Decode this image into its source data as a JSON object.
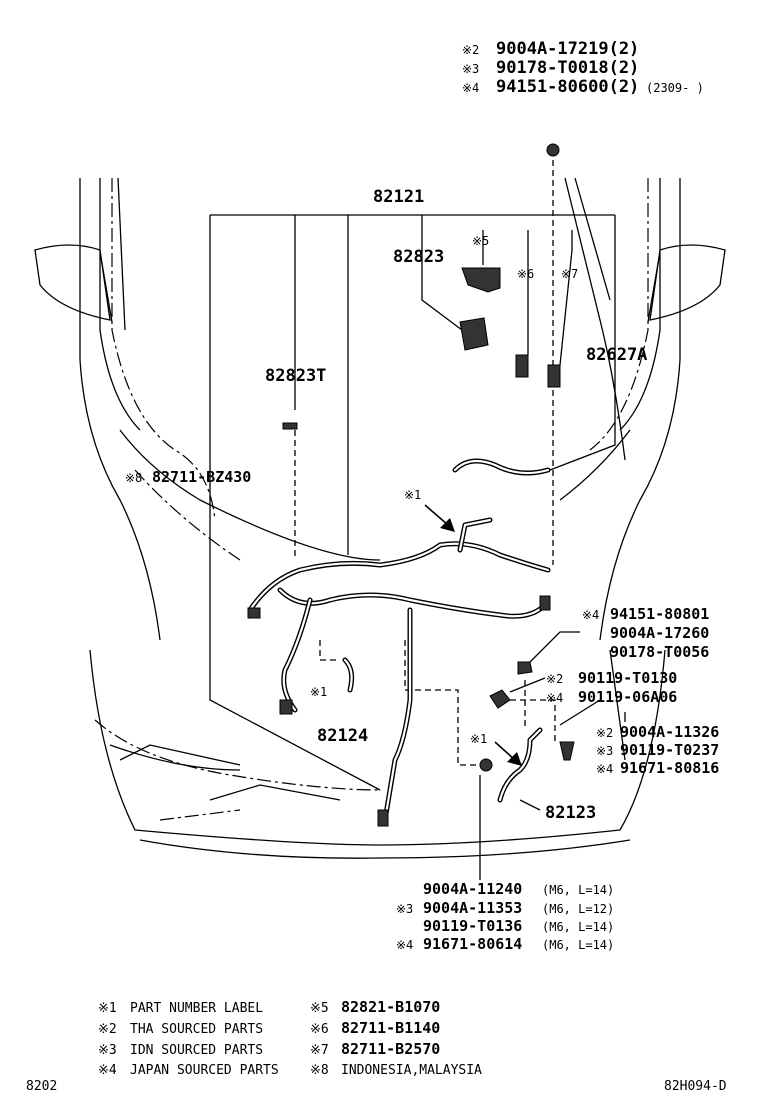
{
  "callouts": {
    "top_bolt": [
      {
        "mark": "※2",
        "part": "9004A-17219(2)",
        "note": ""
      },
      {
        "mark": "※3",
        "part": "90178-T0018(2)",
        "note": ""
      },
      {
        "mark": "※4",
        "part": "94151-80600(2)",
        "note": "(2309-     )"
      }
    ],
    "p82121": "82121",
    "p82823": "82823",
    "p82823T": "82823T",
    "p82627A": "82627A",
    "p82711": {
      "mark": "※8",
      "part": "82711-BZ430"
    },
    "p82124": "82124",
    "p82123": "82123",
    "mark1_a": "※1",
    "mark1_b": "※1",
    "mark1_c": "※1",
    "mark5": "※5",
    "mark6": "※6",
    "mark7": "※7",
    "right_group1": [
      {
        "mark": "※4",
        "part": "94151-80801"
      },
      {
        "mark": "",
        "part": "9004A-17260"
      },
      {
        "mark": "",
        "part": "90178-T0056"
      }
    ],
    "right_group2": [
      {
        "mark": "※2",
        "part": "90119-T0130"
      },
      {
        "mark": "※4",
        "part": "90119-06A06"
      }
    ],
    "right_group3": [
      {
        "mark": "※2",
        "part": "9004A-11326"
      },
      {
        "mark": "※3",
        "part": "90119-T0237"
      },
      {
        "mark": "※4",
        "part": "91671-80816"
      }
    ],
    "bottom_group": [
      {
        "mark": "",
        "part": "9004A-11240",
        "note": "(M6, L=14)"
      },
      {
        "mark": "※3",
        "part": "9004A-11353",
        "note": "(M6, L=12)"
      },
      {
        "mark": "",
        "part": "90119-T0136",
        "note": "(M6, L=14)"
      },
      {
        "mark": "※4",
        "part": "91671-80614",
        "note": "(M6, L=14)"
      }
    ]
  },
  "legend": {
    "left": [
      {
        "mark": "※1",
        "text": "PART NUMBER LABEL"
      },
      {
        "mark": "※2",
        "text": "THA SOURCED PARTS"
      },
      {
        "mark": "※3",
        "text": "IDN SOURCED PARTS"
      },
      {
        "mark": "※4",
        "text": "JAPAN SOURCED PARTS"
      }
    ],
    "right": [
      {
        "mark": "※5",
        "text": "82821-B1070"
      },
      {
        "mark": "※6",
        "text": "82711-B1140"
      },
      {
        "mark": "※7",
        "text": "82711-B2570"
      },
      {
        "mark": "※8",
        "text": "INDONESIA,MALAYSIA"
      }
    ]
  },
  "footer": {
    "left": "8202",
    "right": "82H094-D"
  }
}
